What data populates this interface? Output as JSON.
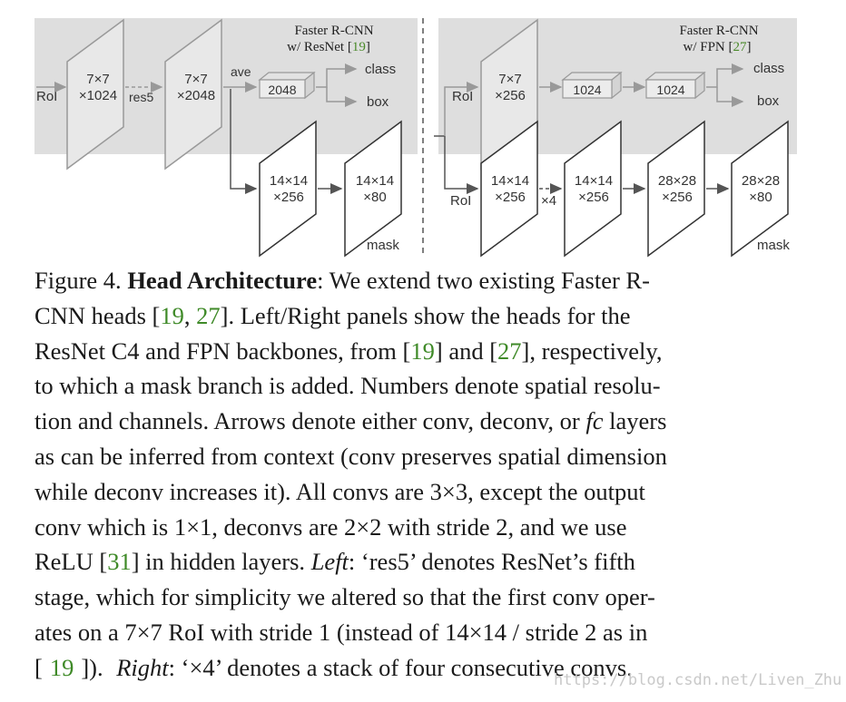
{
  "left_panel": {
    "title_line1": "Faster R-CNN",
    "title_line2": "w/ ResNet [",
    "title_ref": "19",
    "title_end": "]",
    "roi": "RoI",
    "box1": [
      "7×7",
      "×1024"
    ],
    "res5": "res5",
    "box2": [
      "7×7",
      "×2048"
    ],
    "ave": "ave",
    "fc": "2048",
    "class": "class",
    "box": "box",
    "mask1": [
      "14×14",
      "×256"
    ],
    "mask2": [
      "14×14",
      "×80"
    ],
    "mask": "mask"
  },
  "right_panel": {
    "title_line1": "Faster R-CNN",
    "title_line2": "w/ FPN [",
    "title_ref": "27",
    "title_end": "]",
    "roi_top": "RoI",
    "box1": [
      "7×7",
      "×256"
    ],
    "fc1": "1024",
    "fc2": "1024",
    "class": "class",
    "box": "box",
    "roi_bottom": "RoI",
    "m1": [
      "14×14",
      "×256"
    ],
    "x4": "×4",
    "m2": [
      "14×14",
      "×256"
    ],
    "m3": [
      "28×28",
      "×256"
    ],
    "m4": [
      "28×28",
      "×80"
    ],
    "mask": "mask"
  },
  "caption": [
    [
      "Figure 4.",
      "Head Architecture",
      ":",
      "We",
      "extend",
      "two",
      "existing",
      "Faster",
      "R-"
    ],
    [
      "CNN heads [19, 27].",
      "Left/Right panels show the heads for the"
    ],
    [
      "ResNet C4 and FPN backbones, from [19] and [27], respectively,"
    ],
    [
      "to which a mask branch is added. Numbers denote spatial resolu-"
    ],
    [
      "tion and channels. Arrows denote either conv, deconv, or fc layers"
    ],
    [
      "as can be inferred from context (conv preserves spatial dimension"
    ],
    [
      "while deconv increases it). All convs are 3×3, except the output"
    ],
    [
      "conv which is 1×1, deconvs are 2×2 with stride 2, and we use"
    ],
    [
      "ReLU [31] in hidden layers. Left: ‘res5’ denotes ResNet’s fifth"
    ],
    [
      "stage, which for simplicity we altered so that the first conv oper-"
    ],
    [
      "ates on a 7×7 RoI with stride 1 (instead of 14×14 / stride 2 as in"
    ],
    [
      "[19]). Right: ‘×4’ denotes a stack of four consecutive convs."
    ]
  ],
  "caption_parts": {
    "l1a": "Figure 4.",
    "l1b": "Head Architecture",
    "l1c": ":  We extend two existing Faster R-",
    "l2a": "CNN heads [",
    "l2r1": "19",
    "l2b": ", ",
    "l2r2": "27",
    "l2c": "].  Left/Right panels show the heads for the",
    "l3a": "ResNet C4 and FPN backbones, from [",
    "l3r1": "19",
    "l3b": "] and [",
    "l3r2": "27",
    "l3c": "], respectively,",
    "l4": "to which a mask branch is added. Numbers denote spatial resolu-",
    "l5a": "tion and channels. Arrows denote either conv, deconv, or ",
    "l5i": "fc",
    "l5b": " layers",
    "l6": "as can be inferred from context (conv preserves spatial dimension",
    "l7": "while deconv increases it).  All convs are 3×3, except the output",
    "l8": "conv which is 1×1, deconvs are 2×2 with stride 2, and we use",
    "l9a": "ReLU [",
    "l9r": "31",
    "l9b": "] in hidden layers.  ",
    "l9i": "Left",
    "l9c": ": ‘res5’ denotes ResNet’s fifth",
    "l10": "stage, which for simplicity we altered so that the first conv oper-",
    "l11": "ates on a 7×7 RoI with stride 1 (instead of 14×14 / stride 2 as in",
    "l12a": "[",
    "l12r": "19",
    "l12b": "]).  ",
    "l12i": "Right",
    "l12c": ": ‘×4’ denotes a stack of four consecutive convs."
  },
  "watermark": "https://blog.csdn.net/Liven_Zhu",
  "colors": {
    "ref_green": "#3f8a28",
    "panel_gray": "#dedede"
  }
}
